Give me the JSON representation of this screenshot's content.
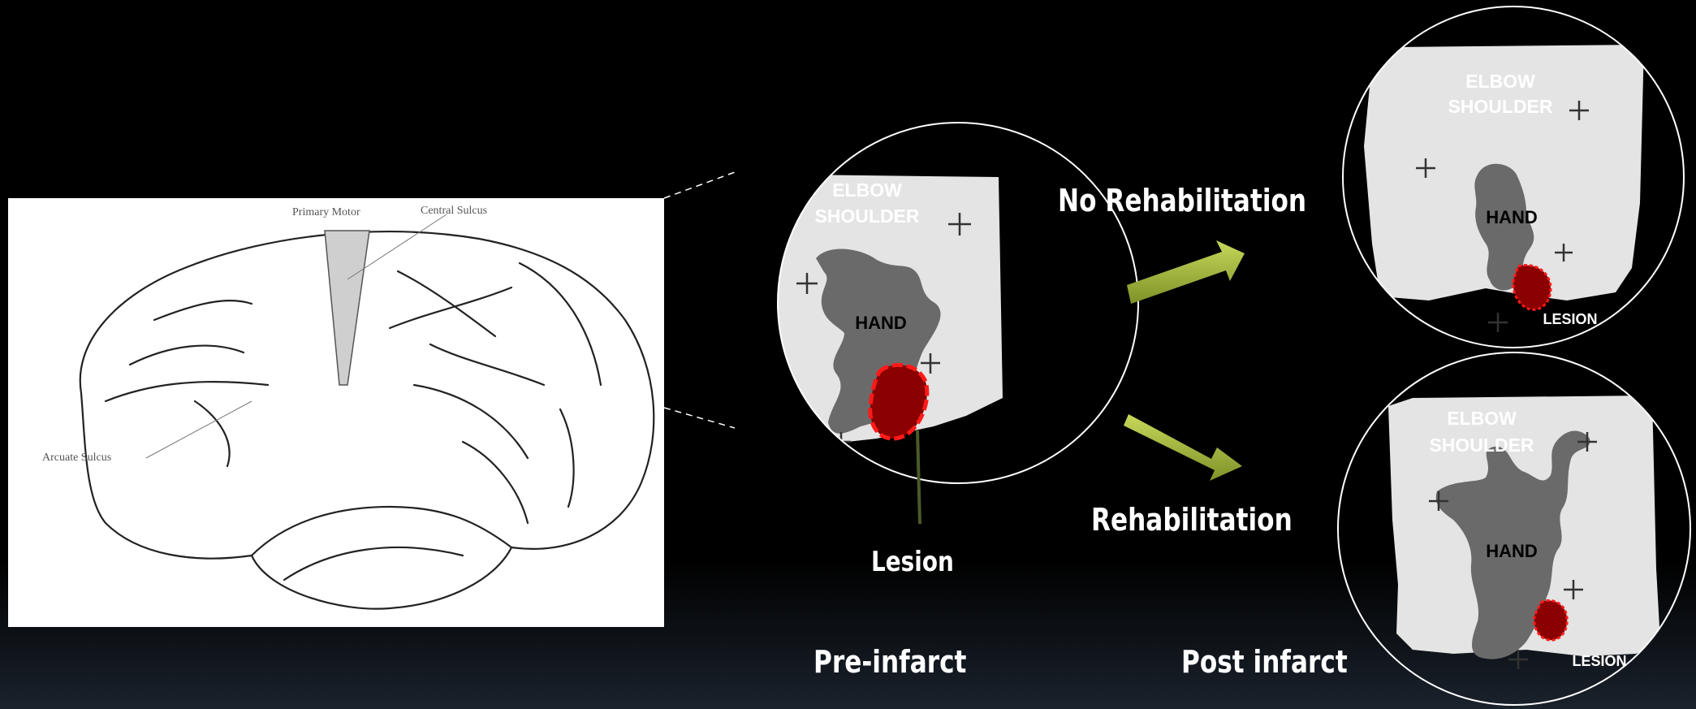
{
  "brain_diagram": {
    "primary_motor": "Primary Motor",
    "central_sulcus": "Central Sulcus",
    "arcuate_sulcus": "Arcuate Sulcus"
  },
  "pre_infarct_map": {
    "elbow": "ELBOW",
    "shoulder": "SHOULDER",
    "hand": "HAND",
    "lesion_callout": "Lesion"
  },
  "arrows": {
    "no_rehab": "No Rehabilitation",
    "rehab": "Rehabilitation"
  },
  "post_no_rehab_map": {
    "elbow": "ELBOW",
    "shoulder": "SHOULDER",
    "hand": "HAND",
    "lesion": "LESION"
  },
  "post_rehab_map": {
    "elbow": "ELBOW",
    "shoulder": "SHOULDER",
    "hand": "HAND",
    "lesion": "LESION"
  },
  "captions": {
    "pre": "Pre-infarct",
    "post": "Post infarct"
  },
  "colors": {
    "background": "#000000",
    "map_light": "#e4e4e4",
    "hand_region": "#6a6a6a",
    "lesion": "#8b0000",
    "lesion_outline": "#ff1a1a",
    "arrow": "#9bb33a"
  }
}
